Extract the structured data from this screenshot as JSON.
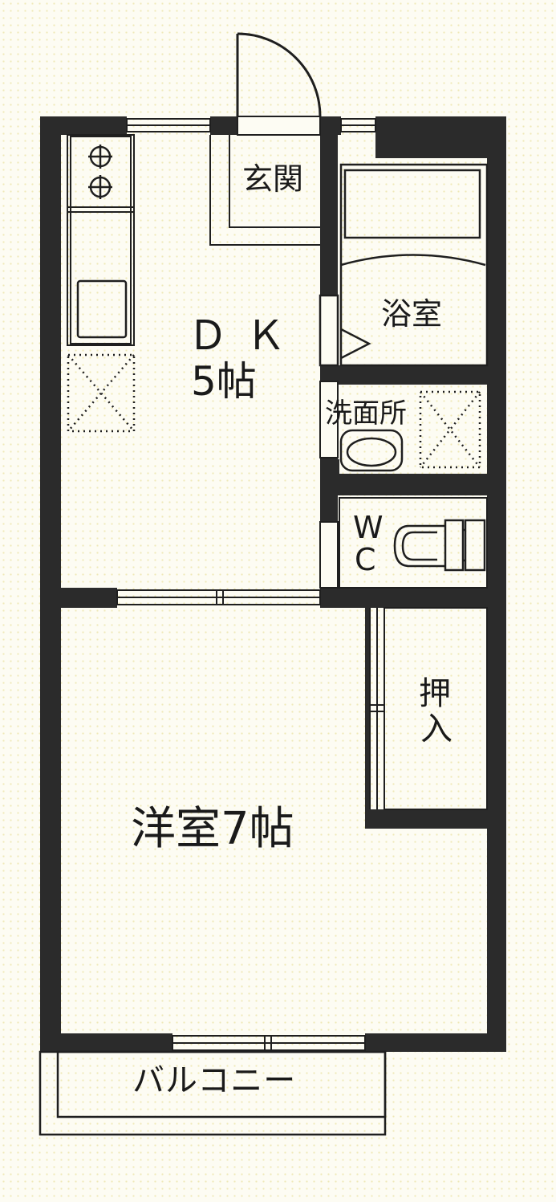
{
  "rooms": {
    "genkan": "玄関",
    "yokushitsu": "浴室",
    "dk": "ＤＫ",
    "dk_size": "5帖",
    "senmenjo": "洗面所",
    "wc_top": "W",
    "wc_bottom": "C",
    "oshiire_top": "押",
    "oshiire_bottom": "入",
    "yoshitsu": "洋室7帖",
    "balcony": "バルコニー"
  },
  "colors": {
    "wall": "#2b2b2b",
    "line": "#1f1f1f",
    "background": "#fdfcf3",
    "dots": "#efe9b8"
  },
  "icons": [
    "stove-burner-icon",
    "sink-icon",
    "fridge-space-icon",
    "washer-space-icon",
    "bathtub-icon",
    "washbasin-icon",
    "toilet-icon",
    "entry-door-icon"
  ]
}
